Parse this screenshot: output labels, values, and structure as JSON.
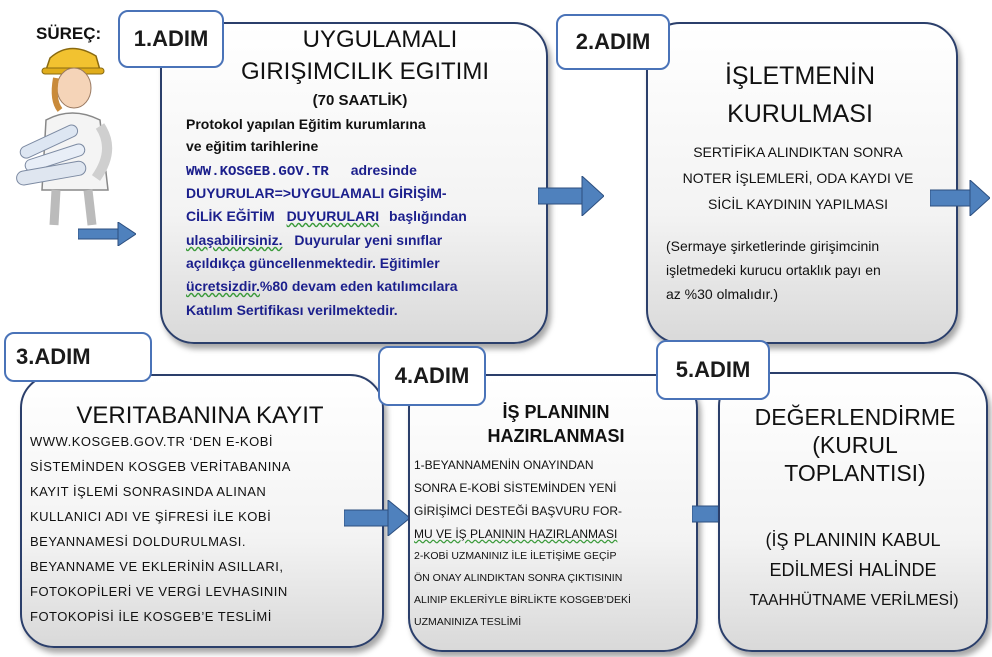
{
  "process_label": "SÜREÇ:",
  "step1": {
    "tab": "1.ADIM",
    "title_line1": "UYGULAMALI",
    "title_line2": "GIRIŞIMCILIK EGITIMI",
    "subtitle": "(70 SAATLİK)",
    "body_line1": "Protokol yapılan Eğitim kurumlarına",
    "body_line2": "ve eğitim tarihlerine",
    "link_line1": "WWW.KOSGEB.GOV.TR",
    "link_line1_suffix": "adresinde",
    "link_line2": "DUYURULAR=>UYGULAMALI GİRİŞİM-",
    "link_line3_a": "CİLİK EĞİTİM",
    "link_line3_b": "DUYURULARI",
    "link_line3_c": "başlığından",
    "body_line6_a": "ulaşabilirsiniz.",
    "body_line6_b": "Duyurular yeni sınıflar",
    "body_line7": "açıldıkça güncellenmektedir. Eğitimler",
    "body_line8_a": "ücretsizdir.",
    "body_line8_b": "%80 devam eden katılımcılara",
    "body_line9": "Katılım Sertifikası verilmektedir."
  },
  "step2": {
    "tab": "2.ADIM",
    "title_line1": "İŞLETMENİN",
    "title_line2": "KURULMASI",
    "body_line1": "SERTİFİKA ALINDIKTAN SONRA",
    "body_line2": "NOTER İŞLEMLERİ, ODA KAYDI VE",
    "body_line3": "SİCİL KAYDININ YAPILMASI",
    "note_line1": "(Sermaye şirketlerinde girişimcinin",
    "note_line2": "işletmedeki kurucu ortaklık payı en",
    "note_line3": "az %30 olmalıdır.)"
  },
  "step3": {
    "tab": "3.ADIM",
    "title": "VERITABANINA KAYIT",
    "lines": [
      "WWW.KOSGEB.GOV.TR  ‘DEN E-KOBİ",
      "SİSTEMİNDEN KOSGEB VERİTABANINA",
      "KAYIT İŞLEMİ SONRASINDA ALINAN",
      "KULLANICI ADI VE ŞİFRESİ İLE KOBİ",
      "BEYANNAMESİ DOLDURULMASI.",
      "BEYANNAME VE EKLERİNİN ASILLARI,",
      "FOTOKOPİLERİ VE VERGİ LEVHASININ",
      "FOTOKOPİSİ İLE KOSGEB’E TESLİMİ"
    ]
  },
  "step4": {
    "tab": "4.ADIM",
    "title_line1": "İŞ PLANININ",
    "title_line2": "HAZIRLANMASI",
    "lines": [
      "1-BEYANNAMENİN ONAYINDAN",
      "SONRA E-KOBİ SİSTEMİNDEN YENİ",
      "GİRİŞİMCİ DESTEĞİ BAŞVURU FOR-",
      "MU VE İŞ PLANININ HAZIRLANMASI",
      "2-KOBİ UZMANINIZ İLE İLETİŞİME GEÇİP",
      "ÖN ONAY ALINDIKTAN SONRA ÇIKTISININ",
      "ALINIP EKLERİYLE BİRLİKTE KOSGEB’DEKİ",
      "UZMANINIZA TESLİMİ"
    ]
  },
  "step5": {
    "tab": "5.ADIM",
    "title_line1": "DEĞERLENDİRME",
    "title_line2": "(KURUL",
    "title_line3": "TOPLANTISI)",
    "body_line1": "(İŞ PLANININ KABUL",
    "body_line2": "EDİLMESİ HALİNDE",
    "body_line3": "TAAHHÜTNAME VERİLMESİ)"
  },
  "colors": {
    "border": "#2b3f6b",
    "tab_border": "#4a73b8",
    "link_text": "#1b1f8c",
    "arrow": "#4f81bd"
  },
  "icons": {
    "person": "engineer-with-blueprints-icon",
    "arrow": "right-arrow-icon"
  }
}
